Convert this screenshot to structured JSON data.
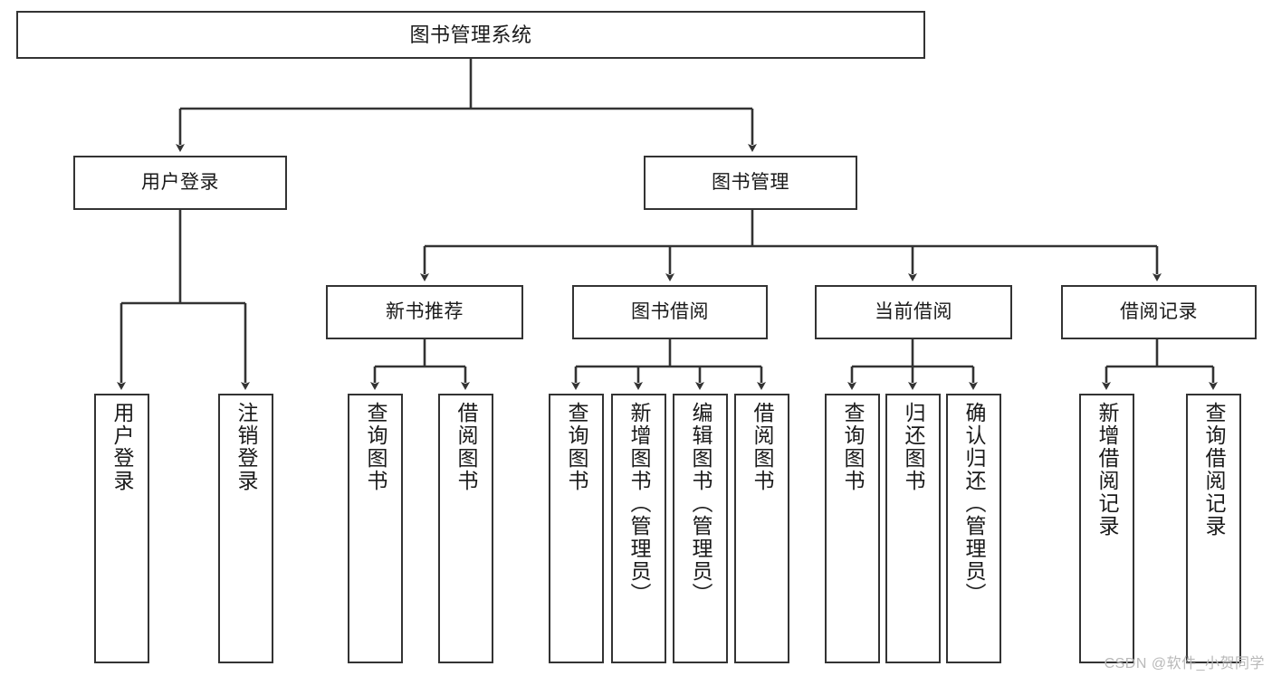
{
  "diagram": {
    "title": "图书管理系统",
    "type": "hierarchy-tree",
    "watermark": "CSDN @软件_小贺同学",
    "colors": {
      "box_border": "#333333",
      "box_fill": "#ffffff",
      "edge": "#333333",
      "text": "#1a1a1a",
      "watermark": "#b9b9b9"
    },
    "root": {
      "label": "图书管理系统"
    },
    "level2": [
      {
        "label": "用户登录"
      },
      {
        "label": "图书管理"
      }
    ],
    "level3": [
      {
        "label": "新书推荐"
      },
      {
        "label": "图书借阅"
      },
      {
        "label": "当前借阅"
      },
      {
        "label": "借阅记录"
      }
    ],
    "leaves": {
      "user_login": [
        {
          "label": "用户登录"
        },
        {
          "label": "注销登录"
        }
      ],
      "new_book_recommend": [
        {
          "label": "查询图书"
        },
        {
          "label": "借阅图书"
        }
      ],
      "book_borrow": [
        {
          "label": "查询图书"
        },
        {
          "label": "新增图书（管理员）"
        },
        {
          "label": "编辑图书（管理员）"
        },
        {
          "label": "借阅图书"
        }
      ],
      "current_borrow": [
        {
          "label": "查询图书"
        },
        {
          "label": "归还图书"
        },
        {
          "label": "确认归还（管理员）"
        }
      ],
      "borrow_record": [
        {
          "label": "新增借阅记录"
        },
        {
          "label": "查询借阅记录"
        }
      ]
    }
  }
}
